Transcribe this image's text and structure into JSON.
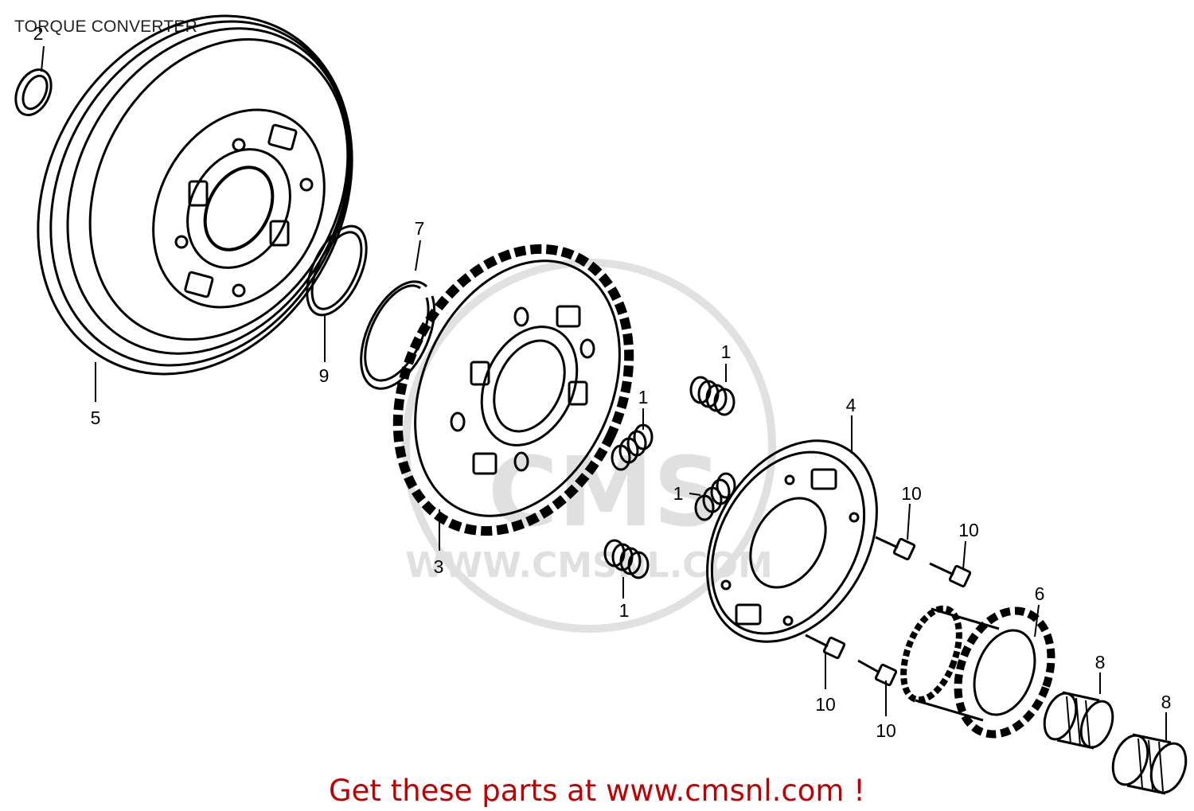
{
  "title": "TORQUE CONVERTER",
  "callouts": {
    "c2": "2",
    "c5": "5",
    "c7": "7",
    "c9": "9",
    "c3": "3",
    "c1a": "1",
    "c1b": "1",
    "c1c": "1",
    "c1d": "1",
    "c4": "4",
    "c10a": "10",
    "c10b": "10",
    "c10c": "10",
    "c10d": "10",
    "c6": "6",
    "c8a": "8",
    "c8b": "8"
  },
  "watermark": {
    "logo": "CMS",
    "url": "WWW.CMSNL.COM"
  },
  "footer": "Get these parts at www.cmsnl.com !"
}
